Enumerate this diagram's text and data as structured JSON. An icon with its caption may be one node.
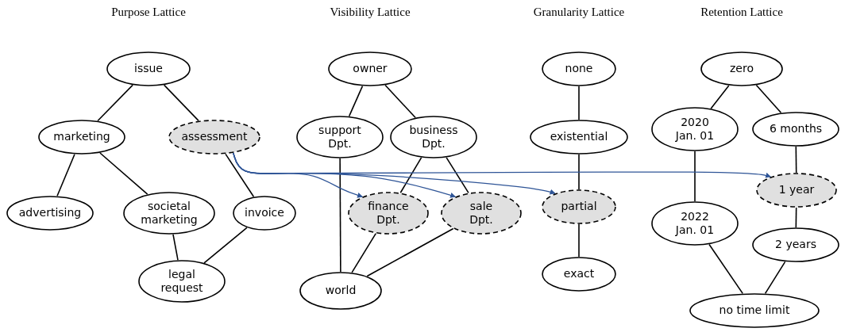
{
  "diagram": {
    "nodes": [
      {
        "text": [
          "issue"
        ]
      },
      {
        "text": [
          "marketing"
        ]
      },
      {
        "text": [
          "assessment"
        ]
      },
      {
        "text": [
          "advertising"
        ]
      },
      {
        "text": [
          "societal marketing"
        ]
      },
      {
        "text": [
          "invoice"
        ]
      },
      {
        "text": [
          "legal request"
        ]
      },
      {
        "text": [
          "owner"
        ]
      },
      {
        "text": [
          "support Dpt."
        ]
      },
      {
        "text": [
          "business Dpt."
        ]
      },
      {
        "text": [
          "finance Dpt."
        ]
      },
      {
        "text": [
          "sale Dpt."
        ]
      },
      {
        "text": [
          "world"
        ]
      },
      {
        "text": [
          "none"
        ]
      },
      {
        "text": [
          "existential"
        ]
      },
      {
        "text": [
          "partial"
        ]
      },
      {
        "text": [
          "exact"
        ]
      },
      {
        "text": [
          "zero"
        ]
      },
      {
        "text": [
          "2020 Jan. 01"
        ]
      },
      {
        "text": [
          "6 months"
        ]
      },
      {
        "text": [
          "1 year"
        ]
      },
      {
        "text": [
          "2022 Jan. 01"
        ]
      },
      {
        "text": [
          "2 years"
        ]
      },
      {
        "text": [
          "no time limit"
        ]
      }
    ],
    "edges": [
      {
        "from": 0,
        "to": 1,
        "arrow": "none"
      },
      {
        "from": 0,
        "to": 2,
        "arrow": "none"
      },
      {
        "from": 1,
        "to": 3,
        "arrow": "none"
      },
      {
        "from": 1,
        "to": 4,
        "arrow": "none"
      },
      {
        "from": 2,
        "to": 5,
        "arrow": "none"
      },
      {
        "from": 4,
        "to": 6,
        "arrow": "none"
      },
      {
        "from": 5,
        "to": 6,
        "arrow": "none"
      },
      {
        "from": 7,
        "to": 8,
        "arrow": "none"
      },
      {
        "from": 7,
        "to": 9,
        "arrow": "none"
      },
      {
        "from": 9,
        "to": 10,
        "arrow": "none"
      },
      {
        "from": 9,
        "to": 11,
        "arrow": "none"
      },
      {
        "from": 8,
        "to": 12,
        "arrow": "none"
      },
      {
        "from": 10,
        "to": 12,
        "arrow": "none"
      },
      {
        "from": 11,
        "to": 12,
        "arrow": "none"
      },
      {
        "from": 13,
        "to": 14,
        "arrow": "none"
      },
      {
        "from": 14,
        "to": 15,
        "arrow": "none"
      },
      {
        "from": 15,
        "to": 16,
        "arrow": "none"
      },
      {
        "from": 17,
        "to": 18,
        "arrow": "none"
      },
      {
        "from": 17,
        "to": 19,
        "arrow": "none"
      },
      {
        "from": 18,
        "to": 21,
        "arrow": "none"
      },
      {
        "from": 19,
        "to": 20,
        "arrow": "none"
      },
      {
        "from": 20,
        "to": 22,
        "arrow": "none"
      },
      {
        "from": 21,
        "to": 23,
        "arrow": "none"
      },
      {
        "from": 22,
        "to": 23,
        "arrow": "none"
      },
      {
        "from": 2,
        "to": 10,
        "arrow": "to",
        "color": "#2f5597"
      },
      {
        "from": 2,
        "to": 11,
        "arrow": "to",
        "color": "#2f5597"
      },
      {
        "from": 2,
        "to": 15,
        "arrow": "to",
        "color": "#2f5597"
      },
      {
        "from": 2,
        "to": 20,
        "arrow": "to",
        "color": "#2f5597"
      }
    ],
    "labels": [
      "Purpose Lattice",
      "Visibility Lattice",
      "Granularity Lattice",
      "Retention Lattice"
    ]
  }
}
